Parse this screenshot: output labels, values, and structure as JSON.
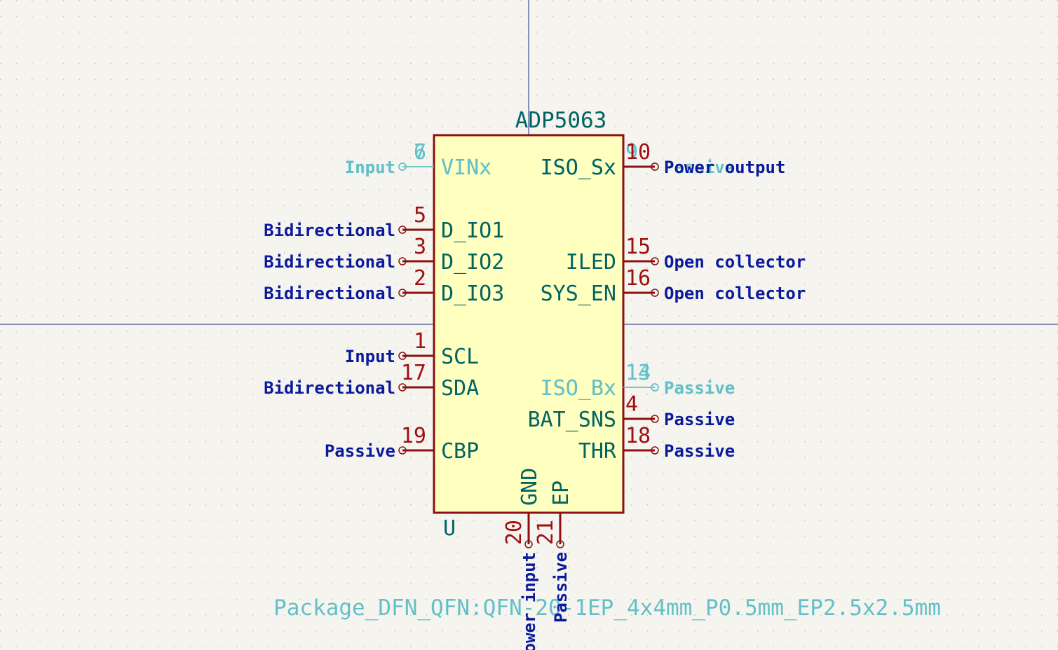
{
  "symbol": {
    "value": "ADP5063",
    "reference": "U",
    "footprint": "Package_DFN_QFN:QFN-20-1EP_4x4mm_P0.5mm_EP2.5x2.5mm"
  },
  "left_pins": [
    {
      "number": "6",
      "name": "VINx",
      "type": "Input",
      "hidden": true
    },
    {
      "number": "7",
      "name": "VINx",
      "type": "Input",
      "hidden": true
    },
    {
      "number": "5",
      "name": "D_IO1",
      "type": "Bidirectional"
    },
    {
      "number": "3",
      "name": "D_IO2",
      "type": "Bidirectional"
    },
    {
      "number": "2",
      "name": "D_IO3",
      "type": "Bidirectional"
    },
    {
      "number": "1",
      "name": "SCL",
      "type": "Input"
    },
    {
      "number": "17",
      "name": "SDA",
      "type": "Bidirectional"
    },
    {
      "number": "19",
      "name": "CBP",
      "type": "Passive"
    }
  ],
  "right_pins": [
    {
      "number": "9",
      "name": "ISO_Sx",
      "type": "Passive",
      "hidden": true
    },
    {
      "number": "10",
      "name": "ISO_Sx",
      "type": "Power output"
    },
    {
      "number": "15",
      "name": "ILED",
      "type": "Open collector"
    },
    {
      "number": "16",
      "name": "SYS_EN",
      "type": "Open collector"
    },
    {
      "number": "13",
      "name": "ISO_Bx",
      "type": "Passive",
      "hidden": true
    },
    {
      "number": "14",
      "name": "ISO_Bx",
      "type": "Passive",
      "hidden": true
    },
    {
      "number": "4",
      "name": "BAT_SNS",
      "type": "Passive"
    },
    {
      "number": "18",
      "name": "THR",
      "type": "Passive"
    }
  ],
  "bottom_pins": [
    {
      "number": "20",
      "name": "GND",
      "type": "Power input"
    },
    {
      "number": "21",
      "name": "EP",
      "type": "Passive"
    }
  ],
  "colors": {
    "background": "#f5f4ef",
    "grid_dot": "#c8c8c0",
    "crosshair": "#1a2a7a",
    "body_outline": "#8c1010",
    "body_fill": "#ffffc0",
    "pin_line": "#8c1010",
    "pin_name": "#006464",
    "pin_number": "#a01010",
    "pin_type": "#0a1a9a",
    "hidden": "#64c0c8"
  }
}
